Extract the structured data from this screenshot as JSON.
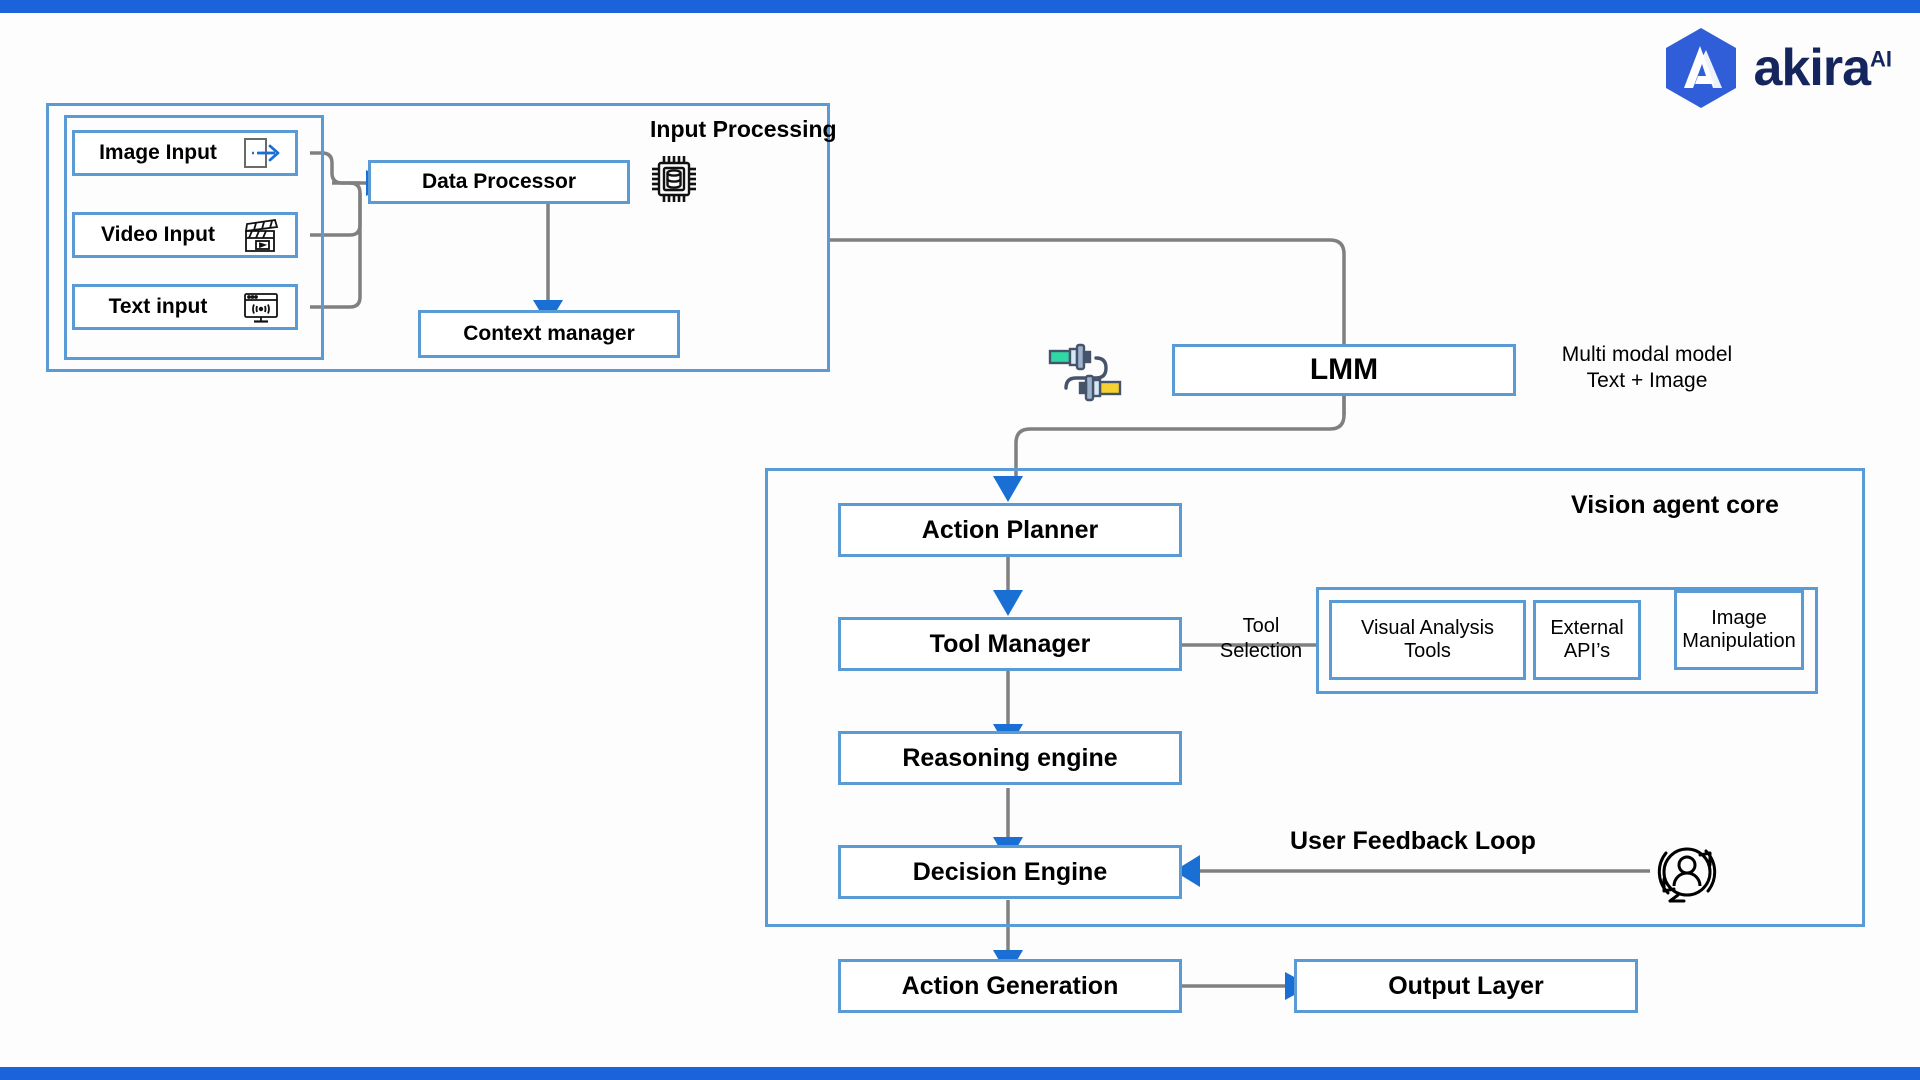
{
  "page": {
    "background_color": "#fdfdfd",
    "accent_bar_color": "#1a63da",
    "box_border_color": "#5b9bd5",
    "wire_color": "#808080",
    "arrow_color": "#1a6fd4"
  },
  "logo": {
    "name": "akira",
    "superscript": "AI",
    "mark_letter": "A",
    "hex_color": "#2f5ed8",
    "text_color": "#15255e"
  },
  "input_processing": {
    "title": "Input Processing",
    "icon": "cpu-database-icon",
    "inputs": [
      {
        "label": "Image Input",
        "icon": "image-export-icon"
      },
      {
        "label": "Video Input",
        "icon": "clapperboard-icon"
      },
      {
        "label": "Text input",
        "icon": "monitor-text-icon"
      }
    ],
    "processor": "Data Processor",
    "context": "Context manager"
  },
  "lmm": {
    "label": "LMM",
    "icon": "connector-plug-icon",
    "caption_line1": "Multi modal model",
    "caption_line2": "Text + Image"
  },
  "vision_agent_core": {
    "title": "Vision agent core",
    "pipeline": [
      "Action Planner",
      "Tool Manager",
      "Reasoning engine",
      "Decision Engine"
    ],
    "tool_selection_line1": "Tool",
    "tool_selection_line2": "Selection",
    "tools": [
      "Visual Analysis Tools",
      "External API’s",
      "Image Manipulation"
    ],
    "feedback": {
      "label": "User Feedback Loop",
      "icon": "user-refresh-icon"
    }
  },
  "output": {
    "action_generation": "Action Generation",
    "output_layer": "Output Layer"
  }
}
